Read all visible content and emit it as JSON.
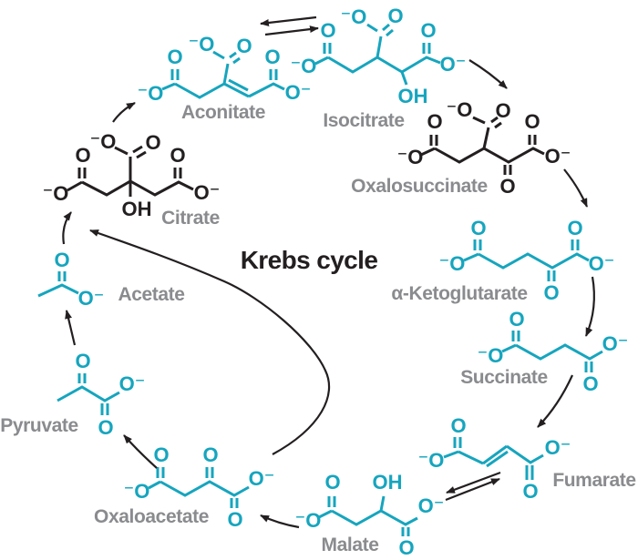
{
  "title": "Krebs cycle",
  "colors": {
    "teal": "#16a5be",
    "ink": "#231f20",
    "label_gray": "#8a8b8e"
  },
  "molecules": {
    "citrate": {
      "label": "Citrate",
      "color": "black",
      "atoms": [
        "⁻O",
        "O",
        "⁻O",
        "O",
        "OH",
        "O",
        "O⁻"
      ]
    },
    "aconitate": {
      "label": "Aconitate",
      "color": "teal",
      "atoms": [
        "⁻O",
        "O",
        "⁻O",
        "O",
        "O",
        "O⁻"
      ]
    },
    "isocitrate": {
      "label": "Isocitrate",
      "color": "teal",
      "atoms": [
        "⁻O",
        "O",
        "⁻O",
        "O",
        "OH",
        "O",
        "O⁻"
      ]
    },
    "oxalosuccinate": {
      "label": "Oxalosuccinate",
      "color": "black",
      "atoms": [
        "⁻O",
        "O",
        "⁻O",
        "O",
        "O",
        "O",
        "O⁻"
      ]
    },
    "ketoglutarate": {
      "label": "α-Ketoglutarate",
      "color": "teal",
      "atoms": [
        "⁻O",
        "O",
        "O",
        "O",
        "O⁻"
      ]
    },
    "succinate": {
      "label": "Succinate",
      "color": "teal",
      "atoms": [
        "⁻O",
        "O",
        "O",
        "O⁻"
      ]
    },
    "fumarate": {
      "label": "Fumarate",
      "color": "teal",
      "atoms": [
        "⁻O",
        "O",
        "O",
        "O⁻"
      ]
    },
    "malate": {
      "label": "Malate",
      "color": "teal",
      "atoms": [
        "⁻O",
        "O",
        "OH",
        "O",
        "O⁻"
      ]
    },
    "oxaloacetate": {
      "label": "Oxaloacetate",
      "color": "teal",
      "atoms": [
        "⁻O",
        "O",
        "O",
        "O",
        "O⁻"
      ]
    },
    "pyruvate": {
      "label": "Pyruvate",
      "color": "teal",
      "atoms": [
        "O",
        "O⁻",
        "O"
      ]
    },
    "acetate": {
      "label": "Acetate",
      "color": "teal",
      "atoms": [
        "O",
        "O⁻"
      ]
    }
  }
}
